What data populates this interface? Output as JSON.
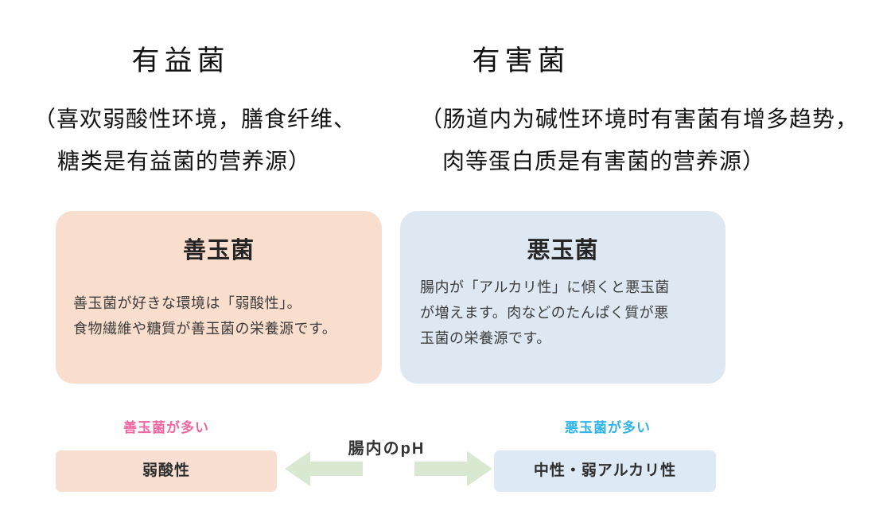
{
  "intro": {
    "good": {
      "title": "有益菌",
      "line1": "（喜欢弱酸性环境，膳食纤维、",
      "line2": "糖类是有益菌的营养源）"
    },
    "bad": {
      "title": "有害菌",
      "line1": "（肠道内为碱性环境时有害菌有增多趋势，",
      "line2": "肉等蛋白质是有害菌的营养源）"
    }
  },
  "cards": {
    "good": {
      "title": "善玉菌",
      "body": "善玉菌が好きな環境は「弱酸性」。\n食物繊維や糖質が善玉菌の栄養源です。",
      "bg_color": "#f9ddcd"
    },
    "bad": {
      "title": "悪玉菌",
      "body": "腸内が「アルカリ性」に傾くと悪玉菌\nが増えます。肉などのたんぱく質が悪\n玉菌の栄養源です。",
      "bg_color": "#dde8f3"
    }
  },
  "ph_scale": {
    "center_label": "腸内のpH",
    "good_side_label": "善玉菌が多い",
    "good_side_label_color": "#ee66a0",
    "good_bar_label": "弱酸性",
    "good_bar_bg": "#f9dfd1",
    "bad_side_label": "悪玉菌が多い",
    "bad_side_label_color": "#2fb3ea",
    "bad_bar_label": "中性・弱アルカリ性",
    "bad_bar_bg": "#dde9f4",
    "arrow_color": "#d9e8d1",
    "text_color": "#333333"
  }
}
